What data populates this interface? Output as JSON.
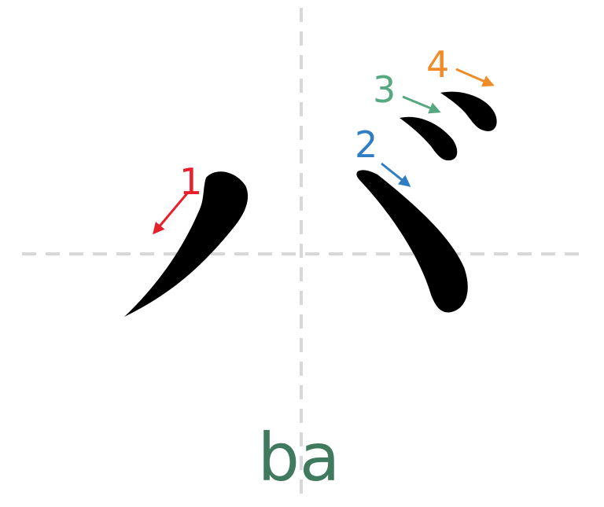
{
  "diagram": {
    "romaji": "ba",
    "romaji_color": "#3f7a5e",
    "guide_color": "#d8d8d8",
    "stroke_color": "#000000",
    "strokes": [
      {
        "order": "1",
        "color": "#e8202c"
      },
      {
        "order": "2",
        "color": "#2f7ec4"
      },
      {
        "order": "3",
        "color": "#55a880"
      },
      {
        "order": "4",
        "color": "#f08b28"
      }
    ]
  }
}
